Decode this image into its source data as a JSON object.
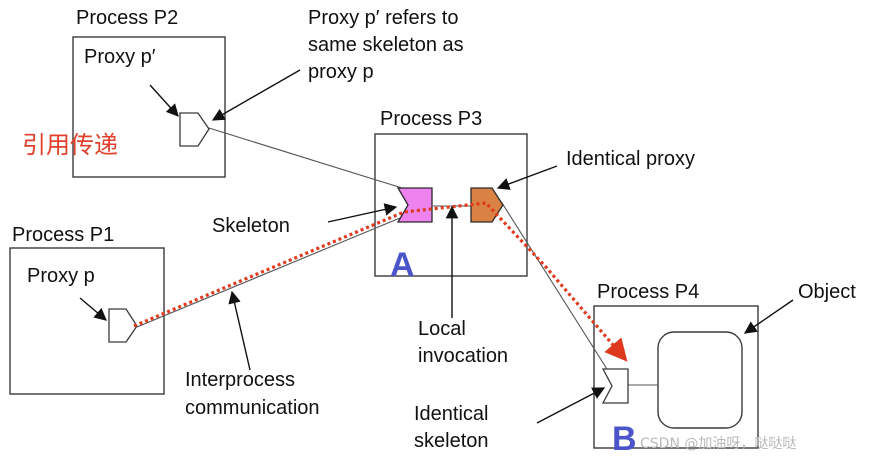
{
  "labels": {
    "process_p1": "Process P1",
    "process_p2": "Process P2",
    "process_p3": "Process P3",
    "process_p4": "Process P4",
    "proxy_p": "Proxy p",
    "proxy_p_prime": "Proxy p′",
    "note_line1": "Proxy p′ refers to",
    "note_line2": "same skeleton as",
    "note_line3": "proxy p",
    "pass_by_reference": "引用传递",
    "identical_proxy": "Identical proxy",
    "skeleton": "Skeleton",
    "marker_a": "A",
    "marker_b": "B",
    "local_invocation_line1": "Local",
    "local_invocation_line2": "invocation",
    "interprocess_line1": "Interprocess",
    "interprocess_line2": "communication",
    "object": "Object",
    "identical_skeleton_line1": "Identical",
    "identical_skeleton_line2": "skeleton",
    "watermark": "CSDN @加油呀，哒哒哒"
  },
  "colors": {
    "skeleton_fill": "#ee82ee",
    "identical_proxy_fill": "#d98244",
    "route_dots": "#e03a1e",
    "marker": "#4b55c9",
    "chinese_label": "#e2402b"
  }
}
